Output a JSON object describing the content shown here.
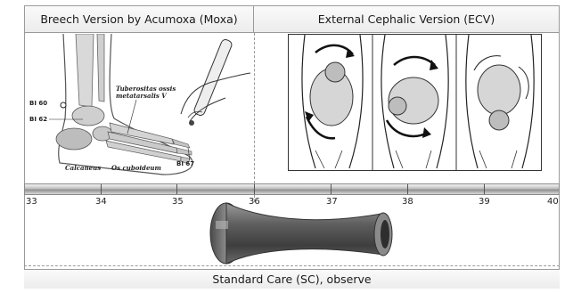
{
  "sections": {
    "moxa_title": "Breech Version by Acumoxa (Moxa)",
    "ecv_title": "External Cephalic Version (ECV)",
    "standard_care": "Standard Care (SC), observe"
  },
  "moxa_labels": {
    "bl60": "BI 60",
    "bl62": "BI 62",
    "bl67": "BI 67",
    "tuberositas": "Tuberositas ossis metatarsalis V",
    "calcaneus": "Calcaneus",
    "cuboideum": "Os cuboideum"
  },
  "timeline": {
    "ticks": [
      "33",
      "34",
      "35",
      "36",
      "37",
      "38",
      "39",
      "40"
    ]
  },
  "colors": {
    "border": "#9a9a9a",
    "header_bg": "#f2f2f2",
    "stethoscope": "#6b6b6b"
  }
}
